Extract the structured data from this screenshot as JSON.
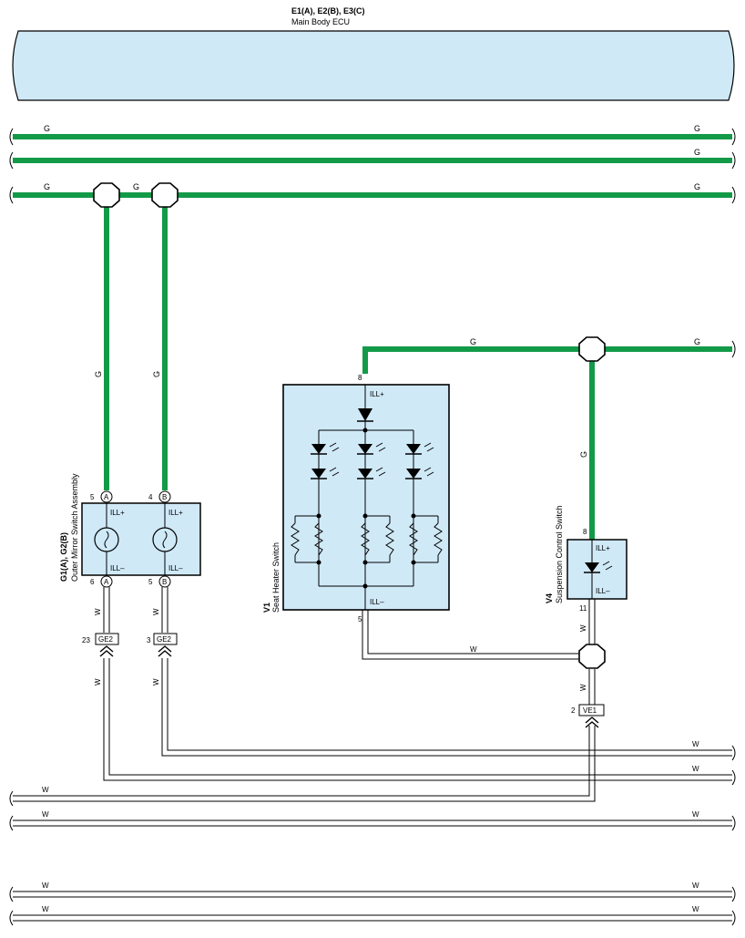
{
  "ecu": {
    "connectors": "E1(A), E2(B), E3(C)",
    "name": "Main Body ECU"
  },
  "wire_colors": {
    "green": "G",
    "white": "W"
  },
  "colors": {
    "green_wire": "#129a48",
    "component_fill": "#cfe9f7",
    "outline": "#000000"
  },
  "mirror_switch": {
    "id_line": "G1(A), G2(B)",
    "name": "Outer Mirror Switch Assembly",
    "pins": {
      "a_top": {
        "num": "5",
        "conn": "A"
      },
      "b_top": {
        "num": "4",
        "conn": "B"
      },
      "a_bot": {
        "num": "6",
        "conn": "A"
      },
      "b_bot": {
        "num": "5",
        "conn": "B"
      }
    },
    "ill_plus": "ILL+",
    "ill_minus": "ILL–"
  },
  "seat_heater": {
    "id": "V1",
    "name": "Seat Heater Switch",
    "pin_top": "8",
    "pin_bottom": "5",
    "ill_plus": "ILL+",
    "ill_minus": "ILL–"
  },
  "suspension": {
    "id": "V4",
    "name": "Suspension Control Switch",
    "pin_top": "8",
    "pin_bottom": "11",
    "ill_plus": "ILL+",
    "ill_minus": "ILL–"
  },
  "connectors": {
    "ge2_left": {
      "name": "GE2",
      "pin": "23"
    },
    "ge2_right": {
      "name": "GE2",
      "pin": "3"
    },
    "ve1": {
      "name": "VE1",
      "pin": "2"
    }
  }
}
